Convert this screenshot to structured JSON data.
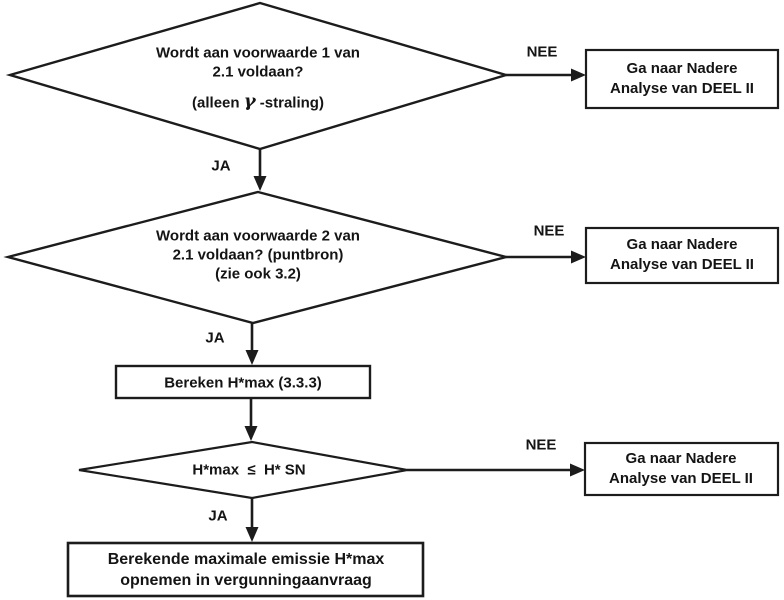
{
  "palette": {
    "ink": "#141414",
    "bg": "#ffffff"
  },
  "edge_labels": {
    "yes1": "JA",
    "yes2": "JA",
    "yes3": "JA",
    "no1": "NEE",
    "no2": "NEE",
    "no3": "NEE"
  },
  "nodes": {
    "decision1": {
      "line1": "Wordt aan voorwaarde 1 van",
      "line2": "2.1 voldaan?",
      "line3_pre": "(alleen ",
      "gamma": "γ",
      "line3_post": " -straling)"
    },
    "decision2": {
      "line1": "Wordt aan voorwaarde 2 van",
      "line2": "2.1 voldaan? (puntbron)",
      "line3": "(zie ook 3.2)"
    },
    "process_bereken": {
      "label": "Bereken H*max (3.3.3)"
    },
    "decision3": {
      "label": "H*max  ≤  H* SN"
    },
    "result": {
      "line1": "Berekende maximale emissie H*max",
      "line2": "opnemen in vergunningaanvraag"
    },
    "escape1": {
      "line1": "Ga naar Nadere",
      "line2": "Analyse van DEEL II"
    },
    "escape2": {
      "line1": "Ga naar Nadere",
      "line2": "Analyse van DEEL II"
    },
    "escape3": {
      "line1": "Ga naar Nadere",
      "line2": "Analyse van DEEL II"
    }
  }
}
